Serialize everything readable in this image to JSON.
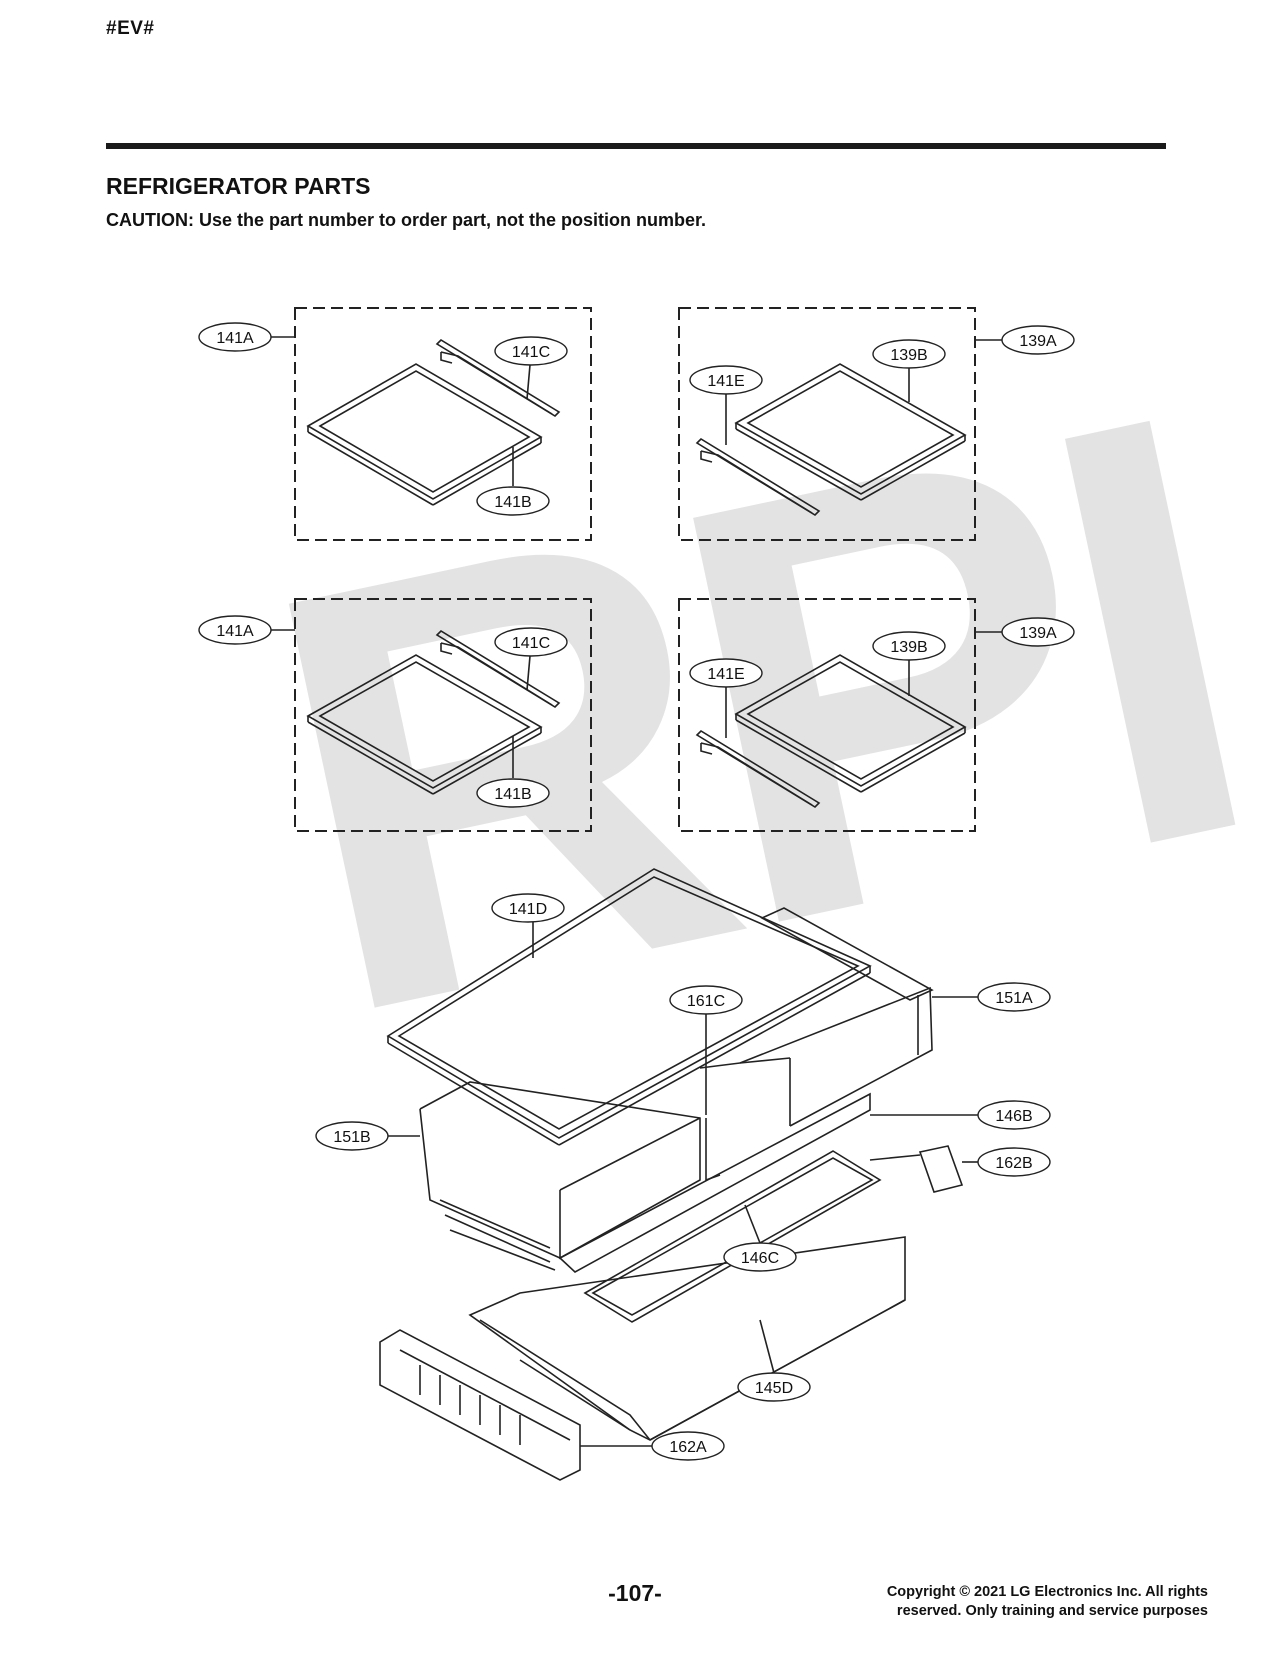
{
  "header": {
    "code": "#EV#"
  },
  "section": {
    "title": "REFRIGERATOR PARTS",
    "caution": "CAUTION: Use the part number to order part, not the position number."
  },
  "watermark": "RPI",
  "callouts": {
    "c141A_1": "141A",
    "c141C_1": "141C",
    "c141B_1": "141B",
    "c139A_1": "139A",
    "c139B_1": "139B",
    "c141E_1": "141E",
    "c141A_2": "141A",
    "c141C_2": "141C",
    "c141B_2": "141B",
    "c139A_2": "139A",
    "c139B_2": "139B",
    "c141E_2": "141E",
    "c141D": "141D",
    "c161C": "161C",
    "c151A": "151A",
    "c151B": "151B",
    "c146B": "146B",
    "c162B": "162B",
    "c146C": "146C",
    "c145D": "145D",
    "c162A": "162A"
  },
  "footer": {
    "page_number": "-107-",
    "copyright_line1": "Copyright © 2021 LG Electronics Inc. All rights",
    "copyright_line2": "reserved. Only training and service purposes"
  }
}
